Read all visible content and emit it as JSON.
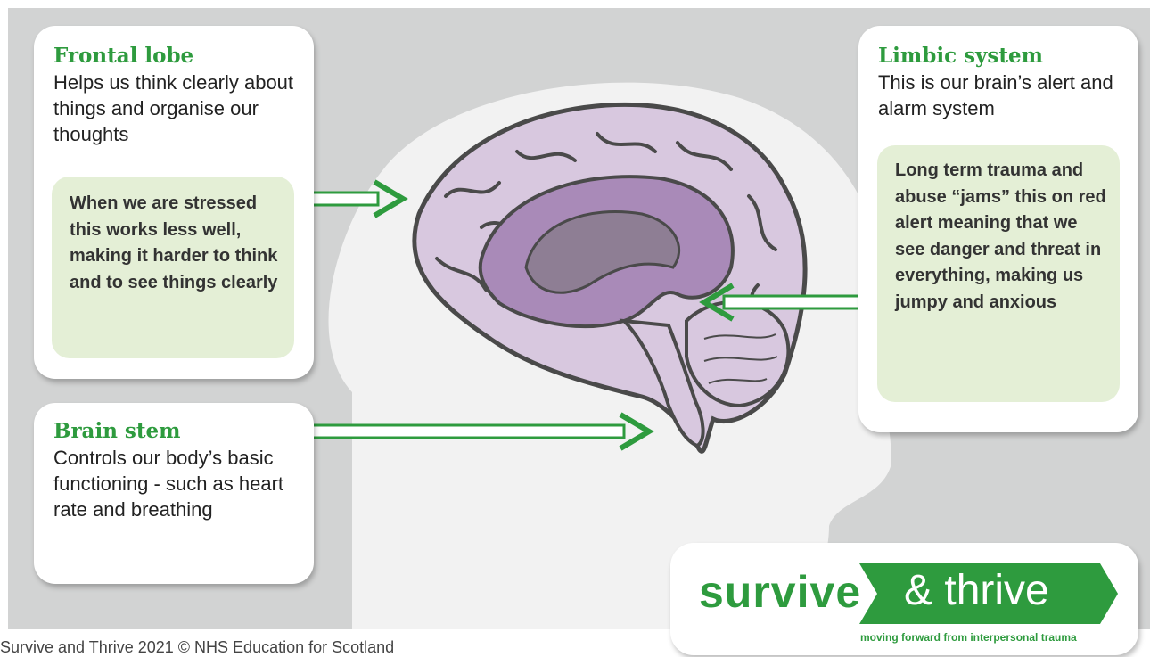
{
  "frontal": {
    "title": "Frontal lobe",
    "text": "Helps us think clearly about things and organise our thoughts",
    "note": "When we are stressed this works less well, making it harder to think and to see things clearly"
  },
  "brain_stem": {
    "title": "Brain stem",
    "text": "Controls our body’s basic functioning - such as heart rate and breathing"
  },
  "limbic": {
    "title": "Limbic system",
    "text": "This is our brain’s alert and alarm system",
    "note": "Long term trauma and abuse “jams” this on red alert meaning that we see danger and threat in everything, making us jumpy and anxious"
  },
  "logo": {
    "survive": "survive",
    "thrive": "& thrive",
    "tagline": "moving forward from interpersonal trauma"
  },
  "footer": {
    "copyright": "Survive and Thrive 2021 © NHS Education for Scotland"
  },
  "colors": {
    "accent_green": "#2e9b3e",
    "note_background": "#e4efd6",
    "background_grey": "#d2d3d3",
    "brain_outer": "#d6c6dd",
    "brain_inner": "#a98ab8"
  }
}
